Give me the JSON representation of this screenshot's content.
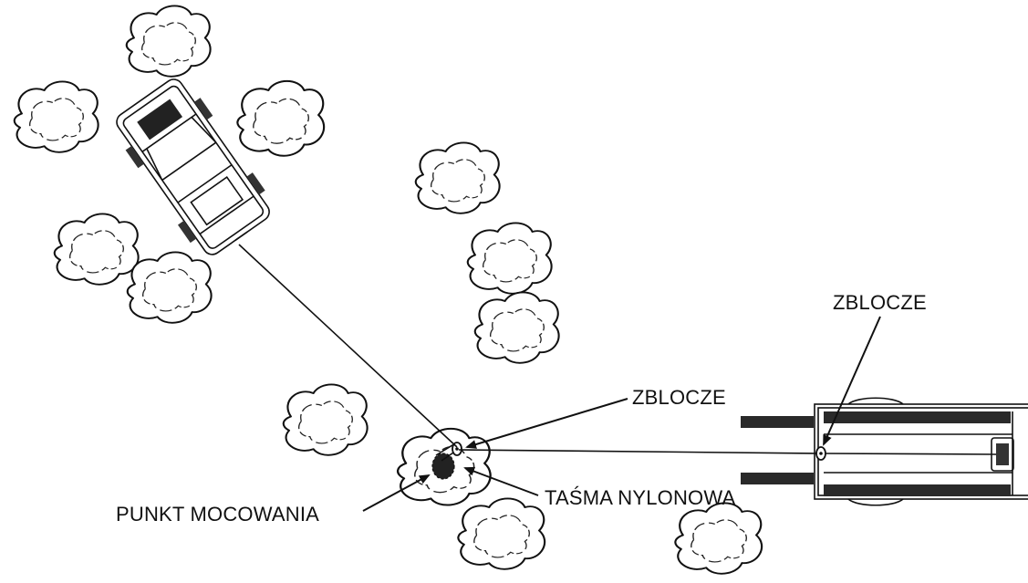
{
  "labels": {
    "zblocze_top": "ZBLOCZE",
    "zblocze_mid": "ZBLOCZE",
    "tasma_nylonowa": "TAŚMA NYLONOWA",
    "punkt_mocowania": "PUNKT MOCOWANIA"
  },
  "colors": {
    "ink": "#111111",
    "background": "#ffffff"
  }
}
